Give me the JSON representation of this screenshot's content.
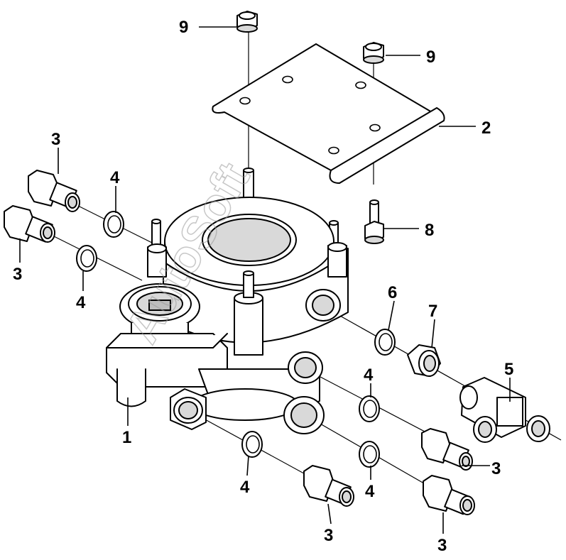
{
  "watermark": "AutoSoft",
  "callouts": {
    "c9a": "9",
    "c9b": "9",
    "c2": "2",
    "c8": "8",
    "c3a": "3",
    "c3b": "3",
    "c4a": "4",
    "c4b": "4",
    "c6": "6",
    "c7": "7",
    "c5": "5",
    "c4c": "4",
    "c3c": "3",
    "c1": "1",
    "c4d": "4",
    "c4e": "4",
    "c3d": "3",
    "c3e": "3"
  },
  "colors": {
    "line": "#000000",
    "background": "#ffffff",
    "watermark": "#9a9a9a"
  }
}
